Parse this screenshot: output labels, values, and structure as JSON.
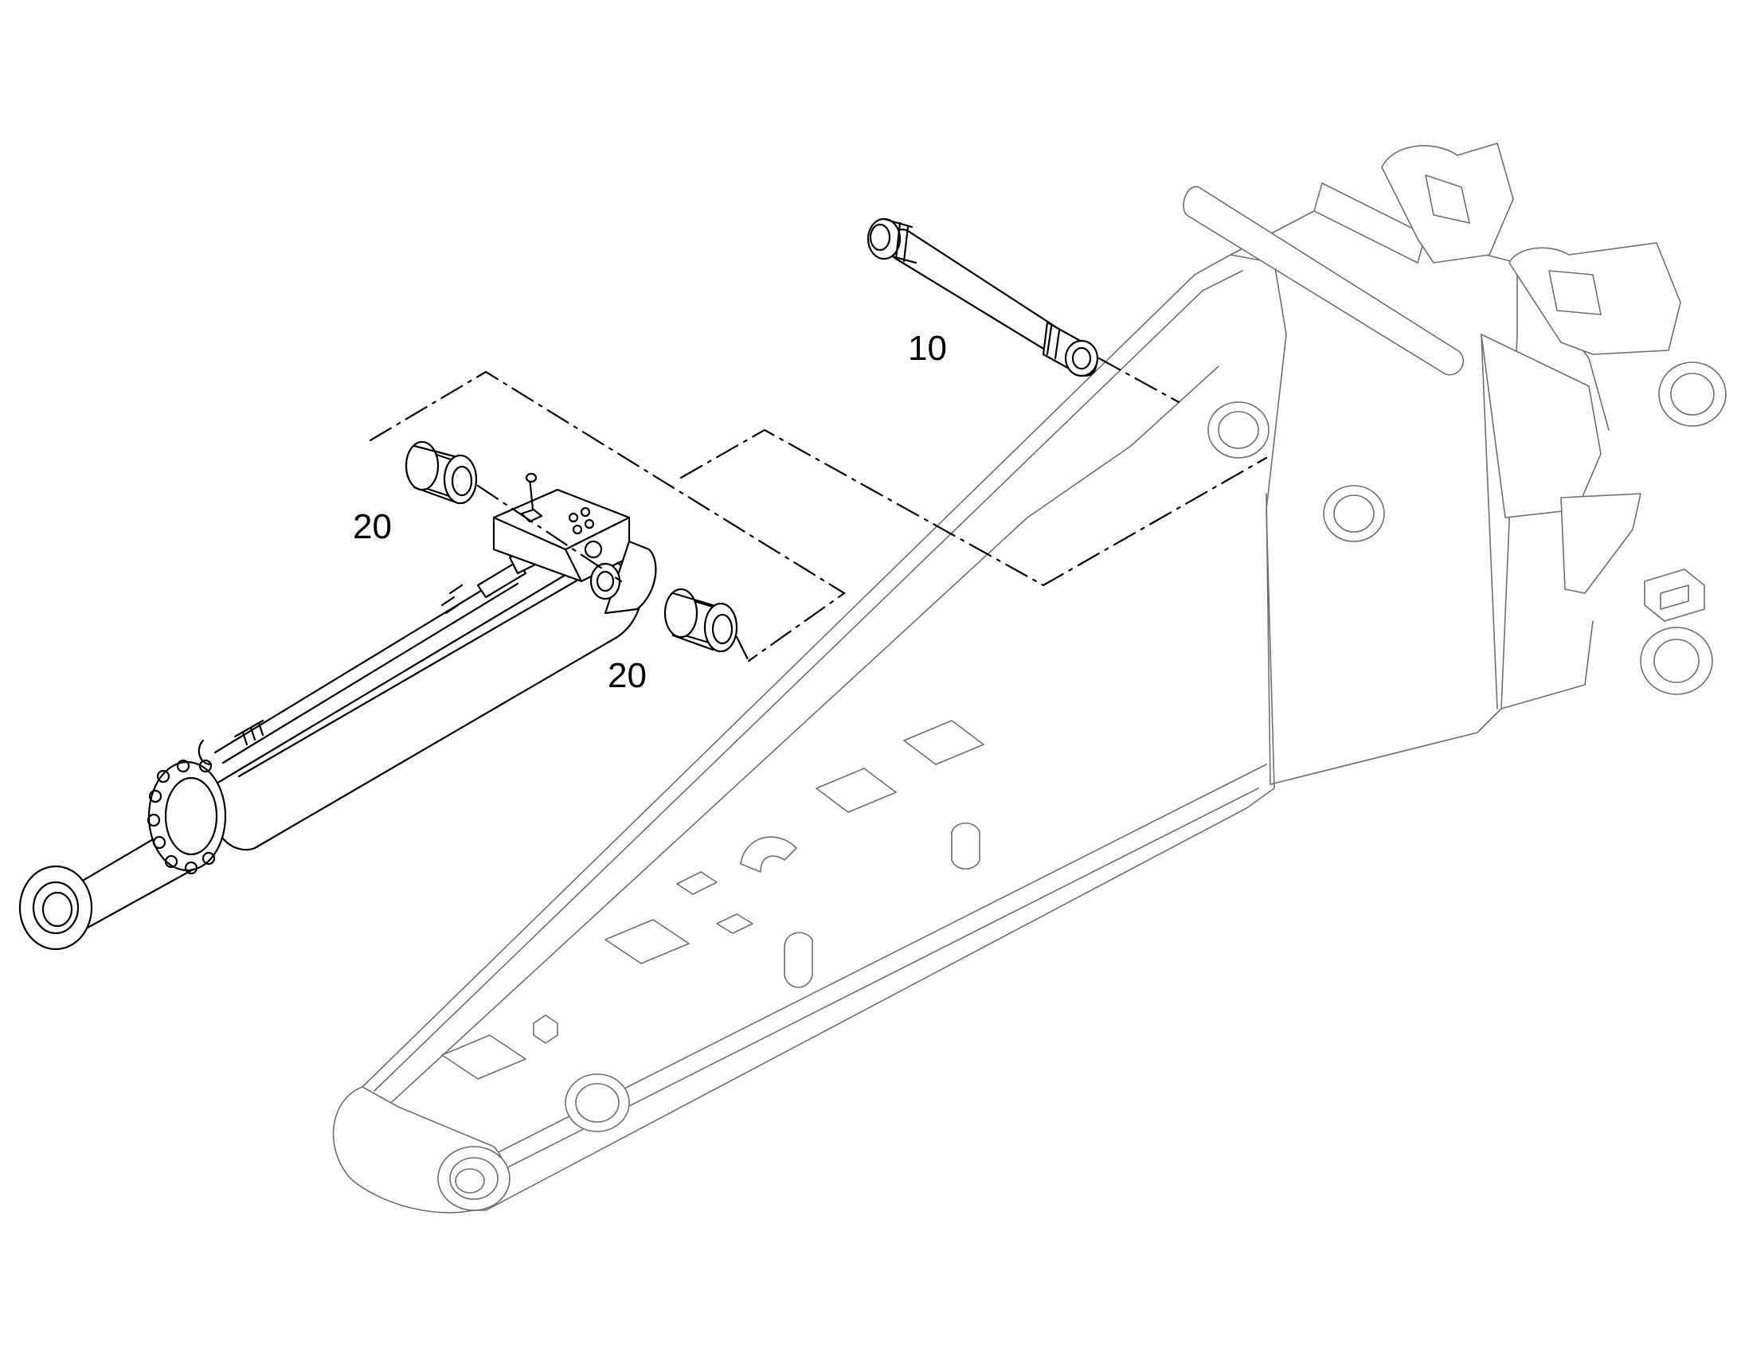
{
  "parts": [
    {
      "id": "pin",
      "number": "10"
    },
    {
      "id": "bushing-upper",
      "number": "20"
    },
    {
      "id": "bushing-lower",
      "number": "20"
    }
  ]
}
